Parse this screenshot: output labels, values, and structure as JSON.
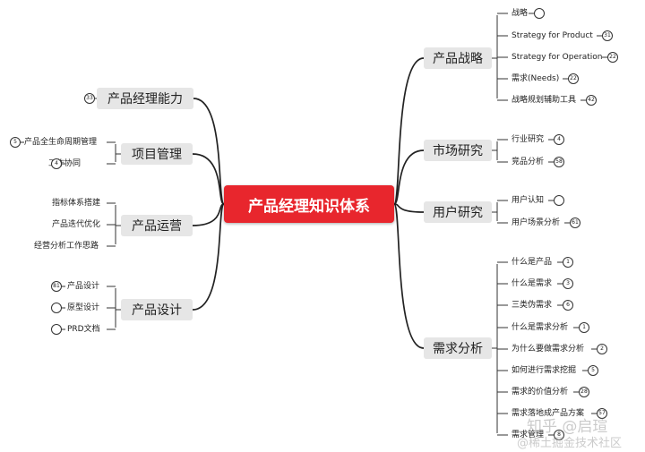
{
  "center": "产品经理知识体系",
  "right": [
    {
      "label": "产品战略",
      "leaves": [
        {
          "text": "战略",
          "badge": ""
        },
        {
          "text": "Strategy for Product",
          "badge": "31"
        },
        {
          "text": "Strategy for Operation",
          "badge": "22"
        },
        {
          "text": "需求(Needs)",
          "badge": "22"
        },
        {
          "text": "战略规划辅助工具",
          "badge": "42"
        }
      ]
    },
    {
      "label": "市场研究",
      "leaves": [
        {
          "text": "行业研究",
          "badge": "4"
        },
        {
          "text": "竞品分析",
          "badge": "58"
        }
      ]
    },
    {
      "label": "用户研究",
      "leaves": [
        {
          "text": "用户认知",
          "badge": ""
        },
        {
          "text": "用户场景分析",
          "badge": "61"
        }
      ]
    },
    {
      "label": "需求分析",
      "leaves": [
        {
          "text": "什么是产品",
          "badge": "1"
        },
        {
          "text": "什么是需求",
          "badge": "3"
        },
        {
          "text": "三类伪需求",
          "badge": "6"
        },
        {
          "text": "什么是需求分析",
          "badge": "1"
        },
        {
          "text": "为什么要做需求分析",
          "badge": "2"
        },
        {
          "text": "如何进行需求挖掘",
          "badge": "5"
        },
        {
          "text": "需求的价值分析",
          "badge": "28"
        },
        {
          "text": "需求落地成产品方案",
          "badge": "57"
        },
        {
          "text": "需求管理",
          "badge": "8"
        }
      ]
    }
  ],
  "left": [
    {
      "label": "产品经理能力",
      "badge": "33",
      "leaves": []
    },
    {
      "label": "项目管理",
      "leaves": [
        {
          "text": "产品全生命周期管理",
          "badge": "5"
        },
        {
          "text": "工作协同",
          "badge": "4"
        }
      ]
    },
    {
      "label": "产品运营",
      "leaves": [
        {
          "text": "指标体系搭建",
          "badge": null
        },
        {
          "text": "产品迭代优化",
          "badge": null
        },
        {
          "text": "经营分析工作思路",
          "badge": null
        }
      ]
    },
    {
      "label": "产品设计",
      "leaves": [
        {
          "text": "产品设计",
          "badge": "81"
        },
        {
          "text": "原型设计",
          "badge": ""
        },
        {
          "text": "PRD文档",
          "badge": ""
        }
      ]
    }
  ],
  "watermark": {
    "line1": "知乎 @启瑄",
    "line2": "@稀土掘金技术社区"
  }
}
